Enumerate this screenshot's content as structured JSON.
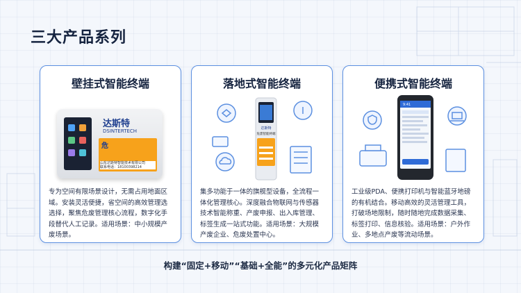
{
  "page": {
    "title": "三大产品系列",
    "footer": "构建“固定+移动”“基础+全能”的多元化产品矩阵"
  },
  "cards": [
    {
      "title": "壁挂式智能终端",
      "brand": "达斯特",
      "brand_en": "DSINTERTECH",
      "device_caption": "山东达斯特智能技术有限公司",
      "device_phone": "联系电话：18100398214",
      "device_mark": "危",
      "description": "专为空间有限场景设计，无需占用地面区域。安装灵活便捷，省空间的高效管理选选择，聚焦危废管理核心流程，数字化手段替代人工记录。适用场景：中小规模产废场景。"
    },
    {
      "title": "落地式智能终端",
      "kiosk_header": "达斯特",
      "kiosk_name": "危废智能终端",
      "description": "集多功能于一体的旗舰型设备，全流程一体化管理核心。深度融合物联网与传感器技术智能称重、产废申报、出入库管理、标签生成一站式功能。适用场景：大规模产废企业、危废处置中心。"
    },
    {
      "title": "便携式智能终端",
      "pda_status": "9:41",
      "description": "工业级PDA、便携打印机与智能蓝牙地磅的有机结合。移动高效的灵活管理工具，打破场地限制，随时随地完成数据采集、标签打印、信息核验。适用场景：户外作业、多地点产废等流动场景。"
    }
  ],
  "icons": [
    "circuit-icon",
    "info-icon",
    "cloud-icon",
    "printer-icon",
    "document-icon",
    "shield-icon",
    "laptop-icon"
  ],
  "colors": {
    "accent": "#5b8fe0",
    "brand_blue": "#1f3f8f",
    "label_orange": "#f7a21b",
    "text_dark": "#15233f"
  }
}
